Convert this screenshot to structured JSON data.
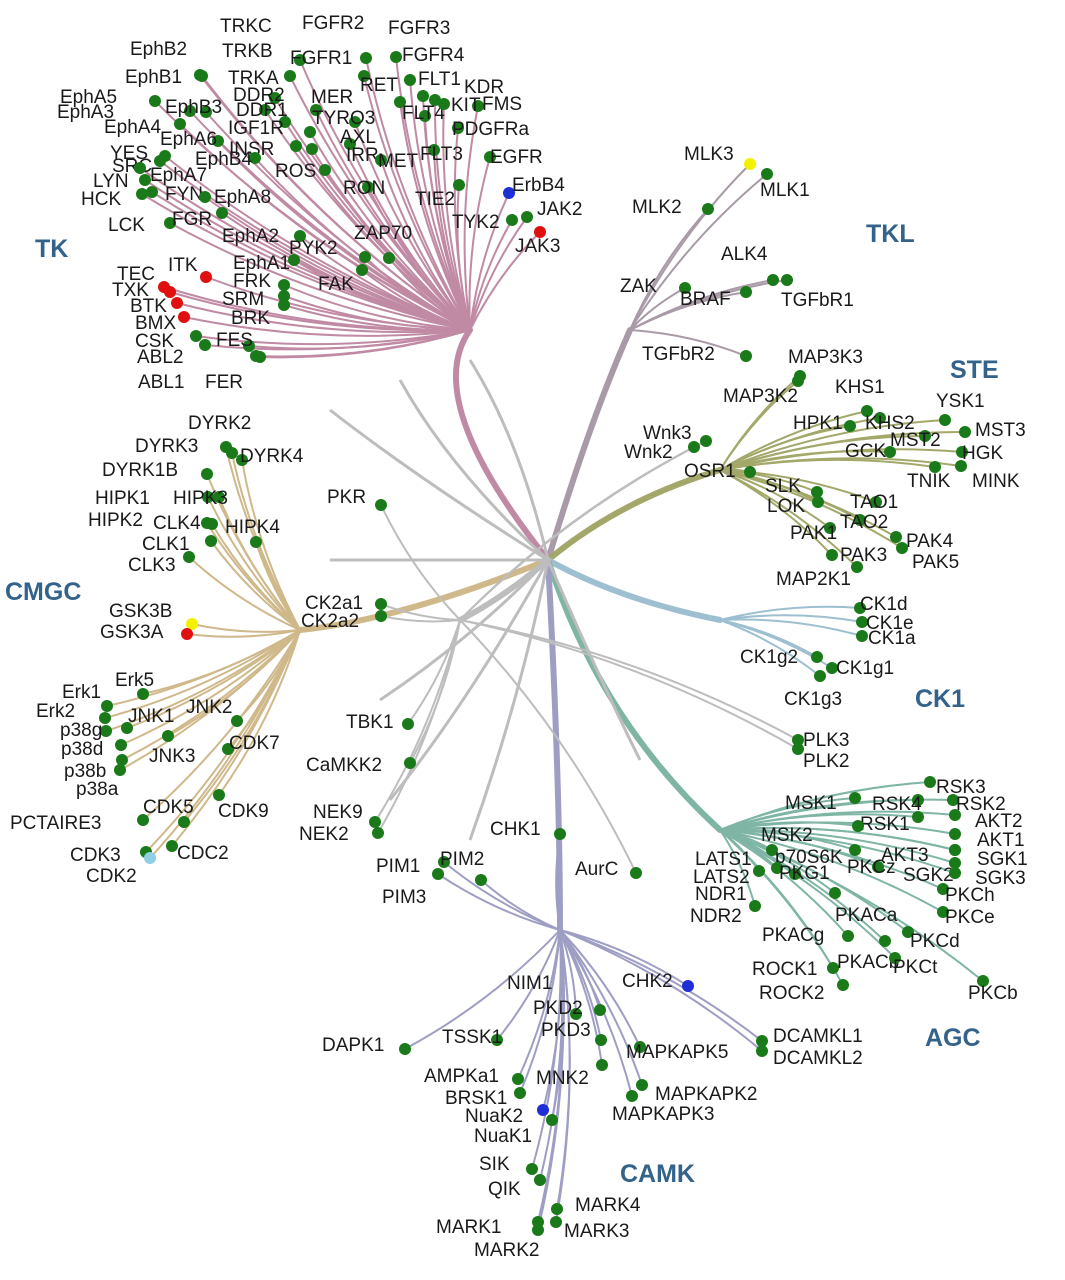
{
  "colors": {
    "inhibited": "#1a7a1a",
    "yellow_marker": "#f2f200",
    "red_marker": "#e01010",
    "blue_marker": "#1f2fd6",
    "lightblue_marker": "#8fcfe8",
    "TK": "#c08aa4",
    "TKL": "#a89aa6",
    "STE": "#a3a86a",
    "CK1": "#9dbfd0",
    "AGC": "#7fb5a5",
    "CAMK": "#9e9ec4",
    "CMGC": "#cfb88a",
    "other": "#bdbdbd"
  },
  "families": [
    {
      "name": "TK",
      "color_key": "TK"
    },
    {
      "name": "TKL",
      "color_key": "TKL"
    },
    {
      "name": "STE",
      "color_key": "STE"
    },
    {
      "name": "CK1",
      "color_key": "CK1"
    },
    {
      "name": "AGC",
      "color_key": "AGC"
    },
    {
      "name": "CAMK",
      "color_key": "CAMK"
    },
    {
      "name": "CMGC",
      "color_key": "CMGC"
    }
  ],
  "kinases": [
    {
      "name": "TRKC",
      "family": "TK",
      "marker": "inhibited"
    },
    {
      "name": "FGFR2",
      "family": "TK",
      "marker": "inhibited"
    },
    {
      "name": "FGFR3",
      "family": "TK",
      "marker": "inhibited"
    },
    {
      "name": "EphB2",
      "family": "TK",
      "marker": "inhibited"
    },
    {
      "name": "TRKB",
      "family": "TK",
      "marker": "inhibited"
    },
    {
      "name": "FGFR1",
      "family": "TK",
      "marker": "inhibited"
    },
    {
      "name": "FGFR4",
      "family": "TK",
      "marker": "inhibited"
    },
    {
      "name": "EphB1",
      "family": "TK",
      "marker": "inhibited"
    },
    {
      "name": "TRKA",
      "family": "TK",
      "marker": "inhibited"
    },
    {
      "name": "RET",
      "family": "TK",
      "marker": "inhibited"
    },
    {
      "name": "FLT1",
      "family": "TK",
      "marker": "inhibited"
    },
    {
      "name": "KDR",
      "family": "TK",
      "marker": "inhibited"
    },
    {
      "name": "EphA5",
      "family": "TK",
      "marker": "inhibited"
    },
    {
      "name": "DDR2",
      "family": "TK",
      "marker": "inhibited"
    },
    {
      "name": "MER",
      "family": "TK",
      "marker": "inhibited"
    },
    {
      "name": "FMS",
      "family": "TK",
      "marker": "inhibited"
    },
    {
      "name": "EphA3",
      "family": "TK",
      "marker": "inhibited"
    },
    {
      "name": "EphB3",
      "family": "TK",
      "marker": "inhibited"
    },
    {
      "name": "DDR1",
      "family": "TK",
      "marker": "inhibited"
    },
    {
      "name": "TYRO3",
      "family": "TK",
      "marker": "inhibited"
    },
    {
      "name": "FLT4",
      "family": "TK",
      "marker": "inhibited"
    },
    {
      "name": "KIT",
      "family": "TK",
      "marker": "inhibited"
    },
    {
      "name": "EphA4",
      "family": "TK",
      "marker": "inhibited"
    },
    {
      "name": "IGF1R",
      "family": "TK",
      "marker": "inhibited"
    },
    {
      "name": "PDGFRa",
      "family": "TK",
      "marker": "inhibited"
    },
    {
      "name": "EphA6",
      "family": "TK",
      "marker": "inhibited"
    },
    {
      "name": "AXL",
      "family": "TK",
      "marker": "inhibited"
    },
    {
      "name": "YES",
      "family": "TK",
      "marker": "inhibited"
    },
    {
      "name": "INSR",
      "family": "TK",
      "marker": "inhibited"
    },
    {
      "name": "IRR",
      "family": "TK",
      "marker": "inhibited"
    },
    {
      "name": "FLT3",
      "family": "TK",
      "marker": "inhibited"
    },
    {
      "name": "EGFR",
      "family": "TK",
      "marker": "inhibited"
    },
    {
      "name": "SRC",
      "family": "TK",
      "marker": "inhibited"
    },
    {
      "name": "EphB4",
      "family": "TK",
      "marker": "inhibited"
    },
    {
      "name": "MET",
      "family": "TK",
      "marker": "inhibited"
    },
    {
      "name": "EphA7",
      "family": "TK",
      "marker": "inhibited"
    },
    {
      "name": "ROS",
      "family": "TK",
      "marker": "inhibited"
    },
    {
      "name": "LYN",
      "family": "TK",
      "marker": "inhibited"
    },
    {
      "name": "RON",
      "family": "TK",
      "marker": "inhibited"
    },
    {
      "name": "ErbB4",
      "family": "TK",
      "marker": "blue"
    },
    {
      "name": "HCK",
      "family": "TK",
      "marker": "inhibited"
    },
    {
      "name": "FYN",
      "family": "TK",
      "marker": "inhibited"
    },
    {
      "name": "EphA8",
      "family": "TK",
      "marker": "inhibited"
    },
    {
      "name": "TIE2",
      "family": "TK",
      "marker": "inhibited"
    },
    {
      "name": "LCK",
      "family": "TK",
      "marker": "inhibited"
    },
    {
      "name": "FGR",
      "family": "TK",
      "marker": "inhibited"
    },
    {
      "name": "TYK2",
      "family": "TK",
      "marker": "inhibited"
    },
    {
      "name": "JAK2",
      "family": "TK",
      "marker": "inhibited"
    },
    {
      "name": "EphA2",
      "family": "TK",
      "marker": "inhibited"
    },
    {
      "name": "ZAP70",
      "family": "TK",
      "marker": "inhibited"
    },
    {
      "name": "JAK3",
      "family": "TK",
      "marker": "red"
    },
    {
      "name": "PYK2",
      "family": "TK",
      "marker": "inhibited"
    },
    {
      "name": "EphA1",
      "family": "TK",
      "marker": "inhibited"
    },
    {
      "name": "ITK",
      "family": "TK",
      "marker": "red"
    },
    {
      "name": "TEC",
      "family": "TK",
      "marker": "red"
    },
    {
      "name": "FRK",
      "family": "TK",
      "marker": "inhibited"
    },
    {
      "name": "FAK",
      "family": "TK",
      "marker": "inhibited"
    },
    {
      "name": "TXK",
      "family": "TK",
      "marker": "red"
    },
    {
      "name": "SRM",
      "family": "TK",
      "marker": "inhibited"
    },
    {
      "name": "BTK",
      "family": "TK",
      "marker": "red"
    },
    {
      "name": "BRK",
      "family": "TK",
      "marker": "inhibited"
    },
    {
      "name": "BMX",
      "family": "TK",
      "marker": "red"
    },
    {
      "name": "CSK",
      "family": "TK",
      "marker": "inhibited"
    },
    {
      "name": "FES",
      "family": "TK",
      "marker": "inhibited"
    },
    {
      "name": "ABL2",
      "family": "TK",
      "marker": "inhibited"
    },
    {
      "name": "ABL1",
      "family": "TK",
      "marker": "inhibited"
    },
    {
      "name": "FER",
      "family": "TK",
      "marker": "inhibited"
    },
    {
      "name": "MLK3",
      "family": "TKL",
      "marker": "yellow"
    },
    {
      "name": "MLK1",
      "family": "TKL",
      "marker": "inhibited"
    },
    {
      "name": "MLK2",
      "family": "TKL",
      "marker": "inhibited"
    },
    {
      "name": "ALK4",
      "family": "TKL",
      "marker": "inhibited"
    },
    {
      "name": "ZAK",
      "family": "TKL",
      "marker": "inhibited"
    },
    {
      "name": "BRAF",
      "family": "TKL",
      "marker": "inhibited"
    },
    {
      "name": "TGFbR1",
      "family": "TKL",
      "marker": "inhibited"
    },
    {
      "name": "TGFbR2",
      "family": "TKL",
      "marker": "inhibited"
    },
    {
      "name": "MAP3K3",
      "family": "STE",
      "marker": "inhibited"
    },
    {
      "name": "MAP3K2",
      "family": "STE",
      "marker": "inhibited"
    },
    {
      "name": "KHS1",
      "family": "STE",
      "marker": "inhibited"
    },
    {
      "name": "YSK1",
      "family": "STE",
      "marker": "inhibited"
    },
    {
      "name": "MST3",
      "family": "STE",
      "marker": "inhibited"
    },
    {
      "name": "HPK1",
      "family": "STE",
      "marker": "inhibited"
    },
    {
      "name": "KHS2",
      "family": "STE",
      "marker": "inhibited"
    },
    {
      "name": "MST2",
      "family": "STE",
      "marker": "inhibited"
    },
    {
      "name": "HGK",
      "family": "STE",
      "marker": "inhibited"
    },
    {
      "name": "GCK",
      "family": "STE",
      "marker": "inhibited"
    },
    {
      "name": "TNIK",
      "family": "STE",
      "marker": "inhibited"
    },
    {
      "name": "MINK",
      "family": "STE",
      "marker": "inhibited"
    },
    {
      "name": "Wnk3",
      "family": "other",
      "marker": "inhibited"
    },
    {
      "name": "Wnk2",
      "family": "other",
      "marker": "inhibited"
    },
    {
      "name": "OSR1",
      "family": "STE",
      "marker": "inhibited"
    },
    {
      "name": "SLK",
      "family": "STE",
      "marker": "inhibited"
    },
    {
      "name": "LOK",
      "family": "STE",
      "marker": "inhibited"
    },
    {
      "name": "TAO1",
      "family": "STE",
      "marker": "inhibited"
    },
    {
      "name": "TAO2",
      "family": "STE",
      "marker": "inhibited"
    },
    {
      "name": "PAK1",
      "family": "STE",
      "marker": "inhibited"
    },
    {
      "name": "PAK4",
      "family": "STE",
      "marker": "inhibited"
    },
    {
      "name": "PAK3",
      "family": "STE",
      "marker": "inhibited"
    },
    {
      "name": "PAK5",
      "family": "STE",
      "marker": "inhibited"
    },
    {
      "name": "MAP2K1",
      "family": "STE",
      "marker": "inhibited"
    },
    {
      "name": "PKR",
      "family": "other",
      "marker": "inhibited"
    },
    {
      "name": "CK1d",
      "family": "CK1",
      "marker": "inhibited"
    },
    {
      "name": "CK1e",
      "family": "CK1",
      "marker": "inhibited"
    },
    {
      "name": "CK1a",
      "family": "CK1",
      "marker": "inhibited"
    },
    {
      "name": "CK1g2",
      "family": "CK1",
      "marker": "inhibited"
    },
    {
      "name": "CK1g1",
      "family": "CK1",
      "marker": "inhibited"
    },
    {
      "name": "CK1g3",
      "family": "CK1",
      "marker": "inhibited"
    },
    {
      "name": "PLK3",
      "family": "other",
      "marker": "inhibited"
    },
    {
      "name": "PLK2",
      "family": "other",
      "marker": "inhibited"
    },
    {
      "name": "TBK1",
      "family": "other",
      "marker": "inhibited"
    },
    {
      "name": "CaMKK2",
      "family": "other",
      "marker": "inhibited"
    },
    {
      "name": "RSK3",
      "family": "AGC",
      "marker": "inhibited"
    },
    {
      "name": "MSK1",
      "family": "AGC",
      "marker": "inhibited"
    },
    {
      "name": "RSK4",
      "family": "AGC",
      "marker": "inhibited"
    },
    {
      "name": "RSK2",
      "family": "AGC",
      "marker": "inhibited"
    },
    {
      "name": "AKT2",
      "family": "AGC",
      "marker": "inhibited"
    },
    {
      "name": "RSK1",
      "family": "AGC",
      "marker": "inhibited"
    },
    {
      "name": "AKT1",
      "family": "AGC",
      "marker": "inhibited"
    },
    {
      "name": "MSK2",
      "family": "AGC",
      "marker": "inhibited"
    },
    {
      "name": "LATS1",
      "family": "AGC",
      "marker": "inhibited"
    },
    {
      "name": "p70S6K",
      "family": "AGC",
      "marker": "inhibited"
    },
    {
      "name": "AKT3",
      "family": "AGC",
      "marker": "inhibited"
    },
    {
      "name": "SGK1",
      "family": "AGC",
      "marker": "inhibited"
    },
    {
      "name": "LATS2",
      "family": "AGC",
      "marker": "inhibited"
    },
    {
      "name": "SGK2",
      "family": "AGC",
      "marker": "inhibited"
    },
    {
      "name": "SGK3",
      "family": "AGC",
      "marker": "inhibited"
    },
    {
      "name": "NDR1",
      "family": "AGC",
      "marker": "inhibited"
    },
    {
      "name": "PKG1",
      "family": "AGC",
      "marker": "inhibited"
    },
    {
      "name": "PKCz",
      "family": "AGC",
      "marker": "inhibited"
    },
    {
      "name": "PKCh",
      "family": "AGC",
      "marker": "inhibited"
    },
    {
      "name": "NDR2",
      "family": "AGC",
      "marker": "inhibited"
    },
    {
      "name": "PKACa",
      "family": "AGC",
      "marker": "inhibited"
    },
    {
      "name": "PKCe",
      "family": "AGC",
      "marker": "inhibited"
    },
    {
      "name": "PKACg",
      "family": "AGC",
      "marker": "inhibited"
    },
    {
      "name": "PKCd",
      "family": "AGC",
      "marker": "inhibited"
    },
    {
      "name": "ROCK1",
      "family": "AGC",
      "marker": "inhibited"
    },
    {
      "name": "PKACb",
      "family": "AGC",
      "marker": "inhibited"
    },
    {
      "name": "PKCt",
      "family": "AGC",
      "marker": "inhibited"
    },
    {
      "name": "ROCK2",
      "family": "AGC",
      "marker": "inhibited"
    },
    {
      "name": "PKCb",
      "family": "AGC",
      "marker": "inhibited"
    },
    {
      "name": "NEK9",
      "family": "other",
      "marker": "inhibited"
    },
    {
      "name": "NEK2",
      "family": "other",
      "marker": "inhibited"
    },
    {
      "name": "CHK1",
      "family": "CAMK",
      "marker": "inhibited"
    },
    {
      "name": "PIM1",
      "family": "CAMK",
      "marker": "inhibited"
    },
    {
      "name": "PIM2",
      "family": "CAMK",
      "marker": "inhibited"
    },
    {
      "name": "PIM3",
      "family": "CAMK",
      "marker": "inhibited"
    },
    {
      "name": "AurC",
      "family": "other",
      "marker": "inhibited"
    },
    {
      "name": "NIM1",
      "family": "CAMK",
      "marker": "inhibited"
    },
    {
      "name": "CHK2",
      "family": "CAMK",
      "marker": "blue"
    },
    {
      "name": "PKD2",
      "family": "CAMK",
      "marker": "inhibited"
    },
    {
      "name": "DAPK1",
      "family": "CAMK",
      "marker": "inhibited"
    },
    {
      "name": "TSSK1",
      "family": "CAMK",
      "marker": "inhibited"
    },
    {
      "name": "PKD3",
      "family": "CAMK",
      "marker": "inhibited"
    },
    {
      "name": "DCAMKL1",
      "family": "CAMK",
      "marker": "inhibited"
    },
    {
      "name": "DCAMKL2",
      "family": "CAMK",
      "marker": "inhibited"
    },
    {
      "name": "MAPKAPK5",
      "family": "CAMK",
      "marker": "inhibited"
    },
    {
      "name": "AMPKa1",
      "family": "CAMK",
      "marker": "inhibited"
    },
    {
      "name": "MNK2",
      "family": "CAMK",
      "marker": "inhibited"
    },
    {
      "name": "BRSK1",
      "family": "CAMK",
      "marker": "inhibited"
    },
    {
      "name": "MAPKAPK2",
      "family": "CAMK",
      "marker": "inhibited"
    },
    {
      "name": "NuaK2",
      "family": "CAMK",
      "marker": "blue"
    },
    {
      "name": "MAPKAPK3",
      "family": "CAMK",
      "marker": "inhibited"
    },
    {
      "name": "NuaK1",
      "family": "CAMK",
      "marker": "inhibited"
    },
    {
      "name": "SIK",
      "family": "CAMK",
      "marker": "inhibited"
    },
    {
      "name": "QIK",
      "family": "CAMK",
      "marker": "inhibited"
    },
    {
      "name": "MARK4",
      "family": "CAMK",
      "marker": "inhibited"
    },
    {
      "name": "MARK1",
      "family": "CAMK",
      "marker": "inhibited"
    },
    {
      "name": "MARK3",
      "family": "CAMK",
      "marker": "inhibited"
    },
    {
      "name": "MARK2",
      "family": "CAMK",
      "marker": "inhibited"
    },
    {
      "name": "DYRK2",
      "family": "CMGC",
      "marker": "inhibited"
    },
    {
      "name": "DYRK3",
      "family": "CMGC",
      "marker": "inhibited"
    },
    {
      "name": "DYRK4",
      "family": "CMGC",
      "marker": "inhibited"
    },
    {
      "name": "DYRK1B",
      "family": "CMGC",
      "marker": "inhibited"
    },
    {
      "name": "HIPK1",
      "family": "CMGC",
      "marker": "inhibited"
    },
    {
      "name": "HIPK3",
      "family": "CMGC",
      "marker": "inhibited"
    },
    {
      "name": "HIPK2",
      "family": "CMGC",
      "marker": "inhibited"
    },
    {
      "name": "CLK4",
      "family": "CMGC",
      "marker": "inhibited"
    },
    {
      "name": "HIPK4",
      "family": "CMGC",
      "marker": "inhibited"
    },
    {
      "name": "CLK1",
      "family": "CMGC",
      "marker": "inhibited"
    },
    {
      "name": "CLK3",
      "family": "CMGC",
      "marker": "inhibited"
    },
    {
      "name": "CK2a1",
      "family": "other",
      "marker": "inhibited"
    },
    {
      "name": "CK2a2",
      "family": "other",
      "marker": "inhibited"
    },
    {
      "name": "GSK3B",
      "family": "CMGC",
      "marker": "yellow"
    },
    {
      "name": "GSK3A",
      "family": "CMGC",
      "marker": "red"
    },
    {
      "name": "Erk5",
      "family": "CMGC",
      "marker": "inhibited"
    },
    {
      "name": "Erk1",
      "family": "CMGC",
      "marker": "inhibited"
    },
    {
      "name": "JNK2",
      "family": "CMGC",
      "marker": "inhibited"
    },
    {
      "name": "Erk2",
      "family": "CMGC",
      "marker": "inhibited"
    },
    {
      "name": "JNK1",
      "family": "CMGC",
      "marker": "inhibited"
    },
    {
      "name": "p38g",
      "family": "CMGC",
      "marker": "inhibited"
    },
    {
      "name": "CDK7",
      "family": "CMGC",
      "marker": "inhibited"
    },
    {
      "name": "p38d",
      "family": "CMGC",
      "marker": "inhibited"
    },
    {
      "name": "JNK3",
      "family": "CMGC",
      "marker": "inhibited"
    },
    {
      "name": "p38b",
      "family": "CMGC",
      "marker": "inhibited"
    },
    {
      "name": "p38a",
      "family": "CMGC",
      "marker": "inhibited"
    },
    {
      "name": "CDK5",
      "family": "CMGC",
      "marker": "inhibited"
    },
    {
      "name": "CDK9",
      "family": "CMGC",
      "marker": "inhibited"
    },
    {
      "name": "PCTAIRE3",
      "family": "CMGC",
      "marker": "inhibited"
    },
    {
      "name": "CDK3",
      "family": "CMGC",
      "marker": "inhibited"
    },
    {
      "name": "CDC2",
      "family": "CMGC",
      "marker": "inhibited"
    },
    {
      "name": "CDK2",
      "family": "CMGC",
      "marker": "lightblue"
    }
  ]
}
